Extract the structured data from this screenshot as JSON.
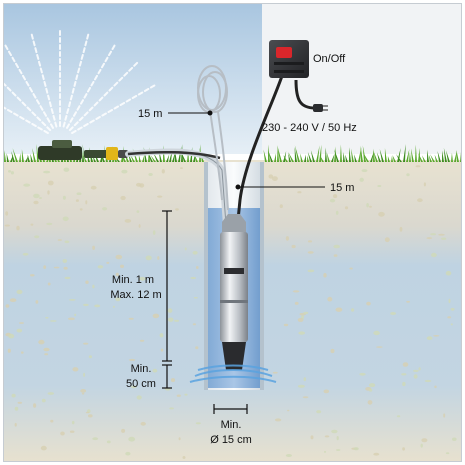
{
  "labels": {
    "switch": "On/Off",
    "hose_length": "15 m",
    "power": "230 - 240 V / 50 Hz",
    "cable_length": "15 m",
    "submersion_line1": "Min. 1 m",
    "submersion_line2": "Max. 12 m",
    "bottom_clearance_line1": "Min.",
    "bottom_clearance_line2": "50 cm",
    "bore_diameter_line1": "Min.",
    "bore_diameter_line2": "Ø 15 cm"
  },
  "icons": {
    "switch_box": "control-box-icon",
    "plug": "power-plug-icon",
    "sprinkler": "sprinkler-icon",
    "pump": "submersible-pump-icon"
  },
  "colors": {
    "sky": "#c9dcec",
    "water": "#bcd3e4",
    "soil": "#e4ddcb",
    "grass": "#3d8c1f",
    "switch_box": "#2f3033",
    "switch_button": "#d9262b",
    "pump_steel": "#c8ccd2",
    "sprinkler_body": "#3a4a32",
    "fitting": "#e2b619"
  }
}
